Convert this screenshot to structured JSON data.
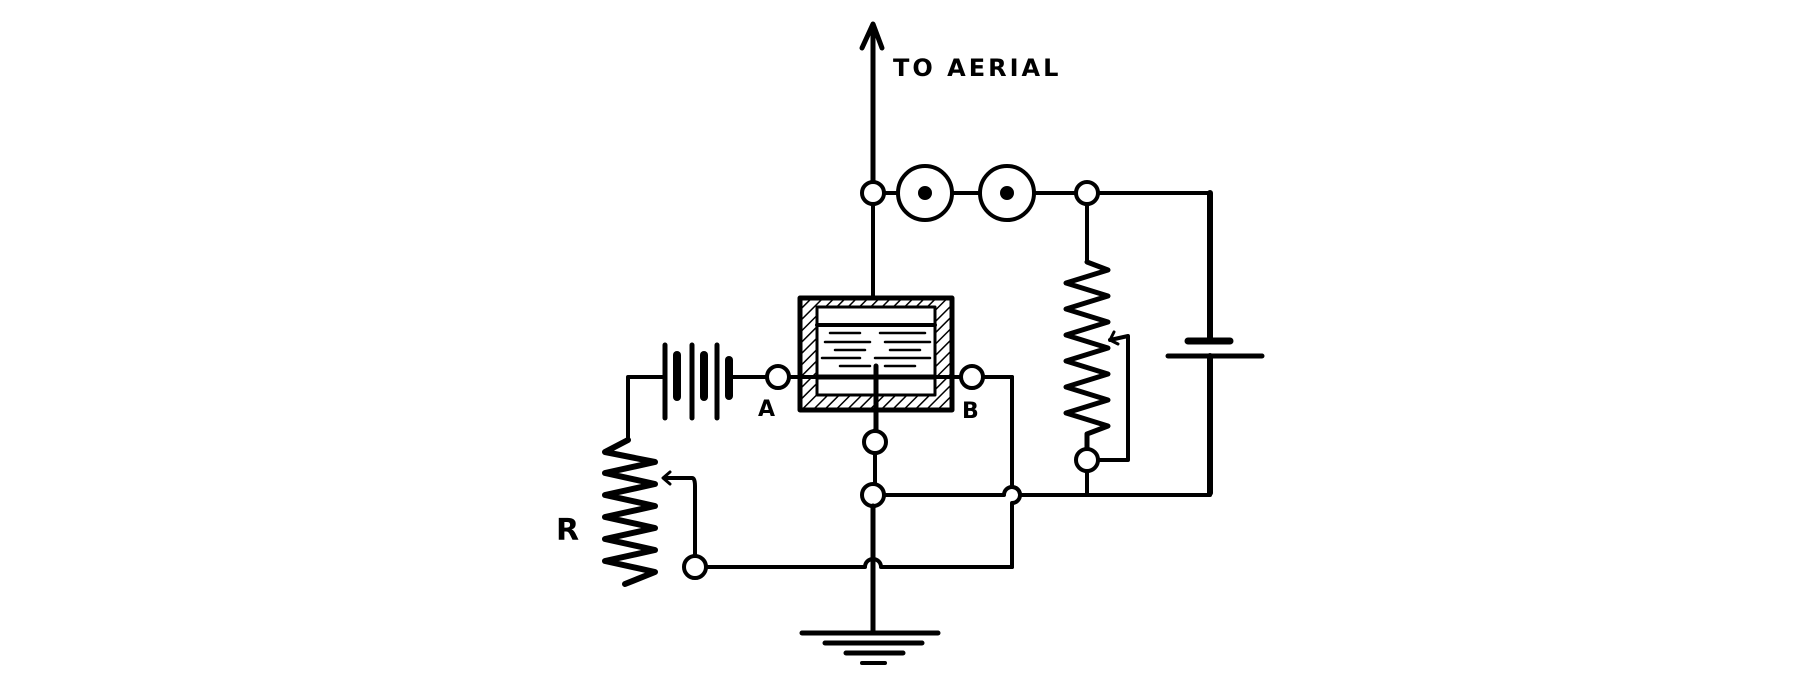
{
  "diagram": {
    "type": "circuit-schematic",
    "labels": {
      "aerial": "TO AERIAL",
      "terminal_a": "A",
      "terminal_b": "B",
      "rheostat": "R"
    },
    "components": [
      {
        "name": "aerial-lead",
        "symbol": "arrow-up"
      },
      {
        "name": "telephone-receivers",
        "count": 2
      },
      {
        "name": "electrolytic-detector-cell",
        "terminals": [
          "A",
          "B"
        ]
      },
      {
        "name": "local-battery",
        "cells": 3
      },
      {
        "name": "rheostat",
        "label": "R"
      },
      {
        "name": "potentiometer-resistor"
      },
      {
        "name": "single-cell-battery"
      },
      {
        "name": "earth-ground"
      }
    ],
    "colors": {
      "ink": "#000000",
      "background": "#ffffff"
    }
  }
}
